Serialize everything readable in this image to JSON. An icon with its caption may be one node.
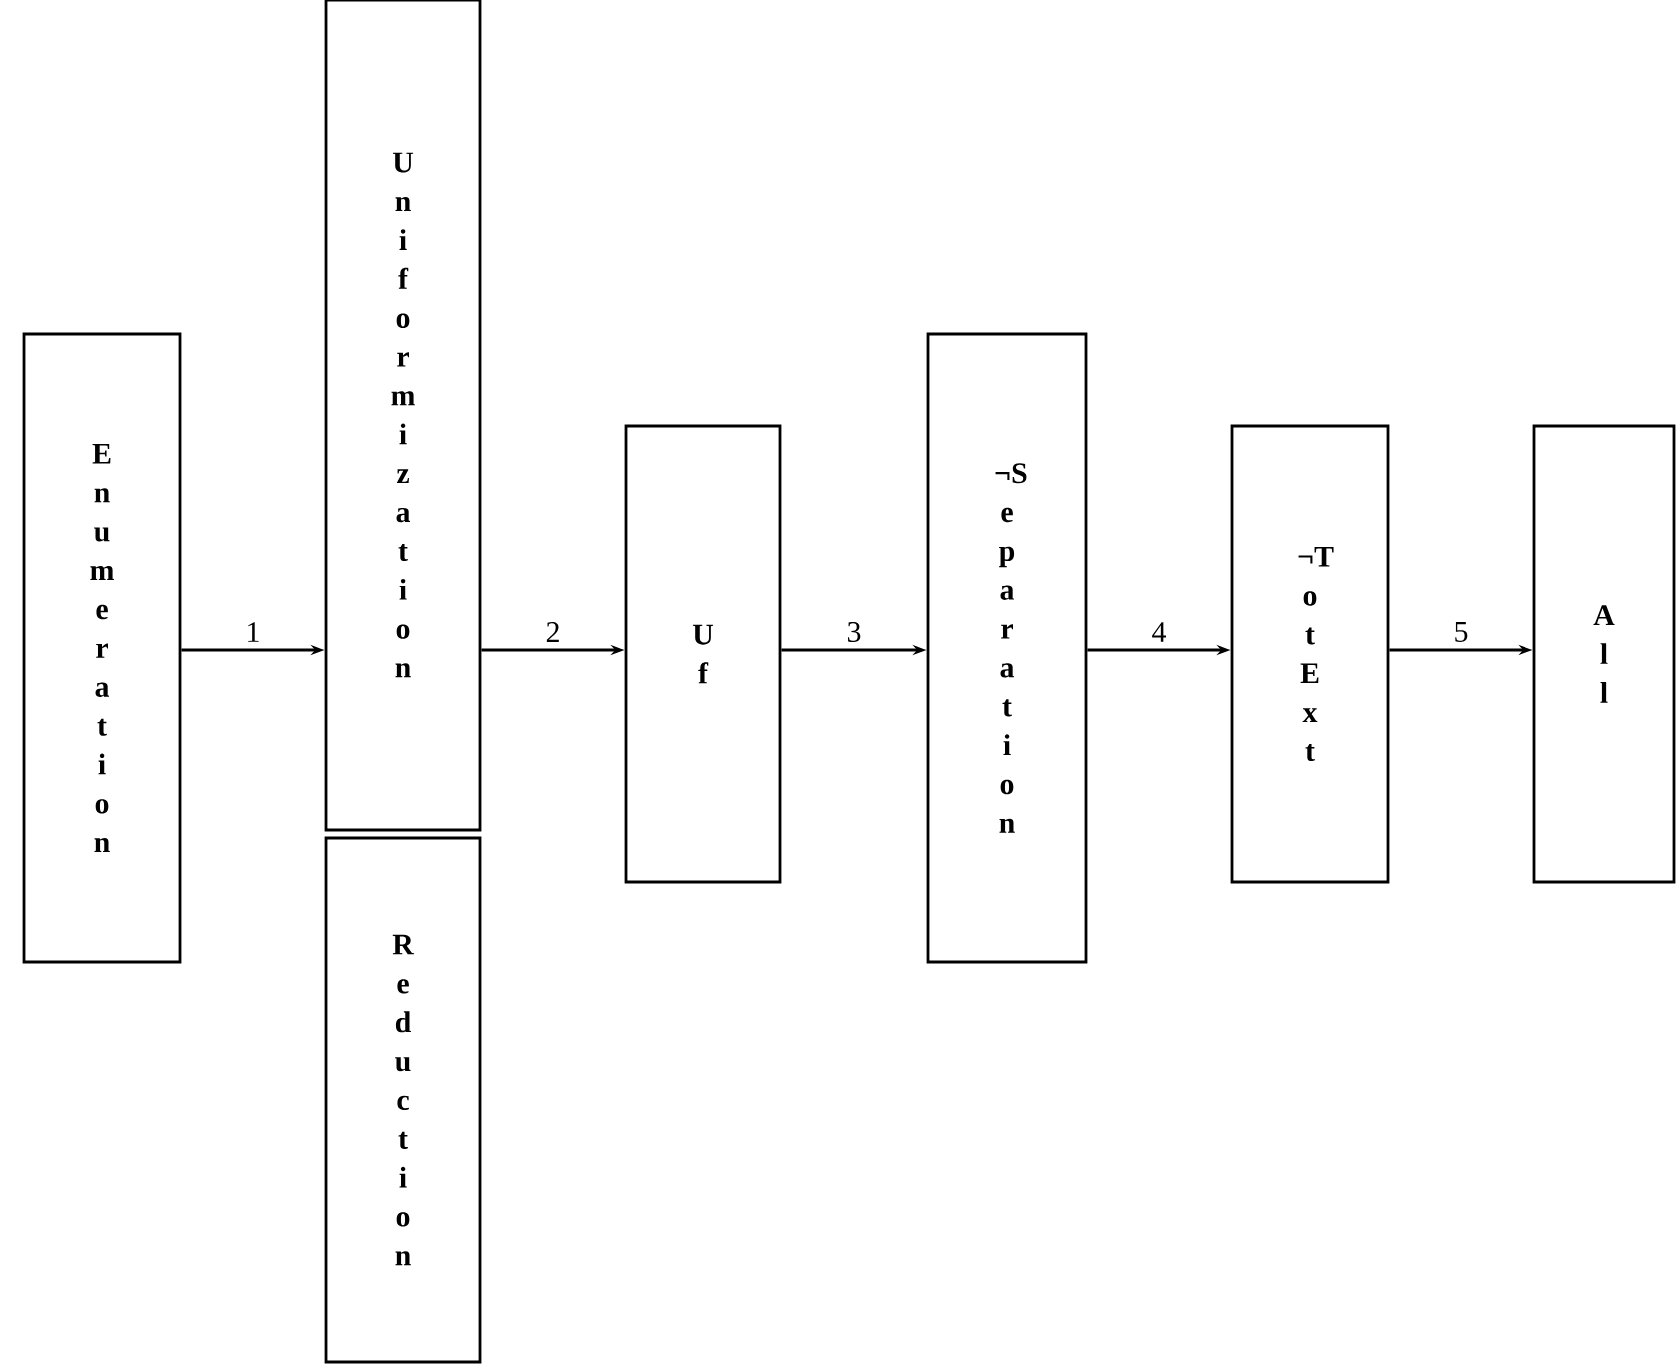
{
  "diagram": {
    "nodes": [
      {
        "text": [
          "Enumeration"
        ]
      },
      {
        "text": [
          "Uniformization"
        ]
      },
      {
        "text": [
          "Reduction"
        ]
      },
      {
        "text": [
          "Uf"
        ]
      },
      {
        "text": [
          "¬Separation"
        ]
      },
      {
        "text": [
          "¬TotExt"
        ]
      },
      {
        "text": [
          "All"
        ]
      }
    ],
    "edges": [
      {
        "from": 0,
        "to": 1,
        "arrow": "to",
        "label": "1"
      },
      {
        "from": 1,
        "to": 3,
        "arrow": "to",
        "label": "2"
      },
      {
        "from": 3,
        "to": 4,
        "arrow": "to",
        "label": "3"
      },
      {
        "from": 4,
        "to": 5,
        "arrow": "to",
        "label": "4"
      },
      {
        "from": 5,
        "to": 6,
        "arrow": "to",
        "label": "5"
      }
    ]
  }
}
